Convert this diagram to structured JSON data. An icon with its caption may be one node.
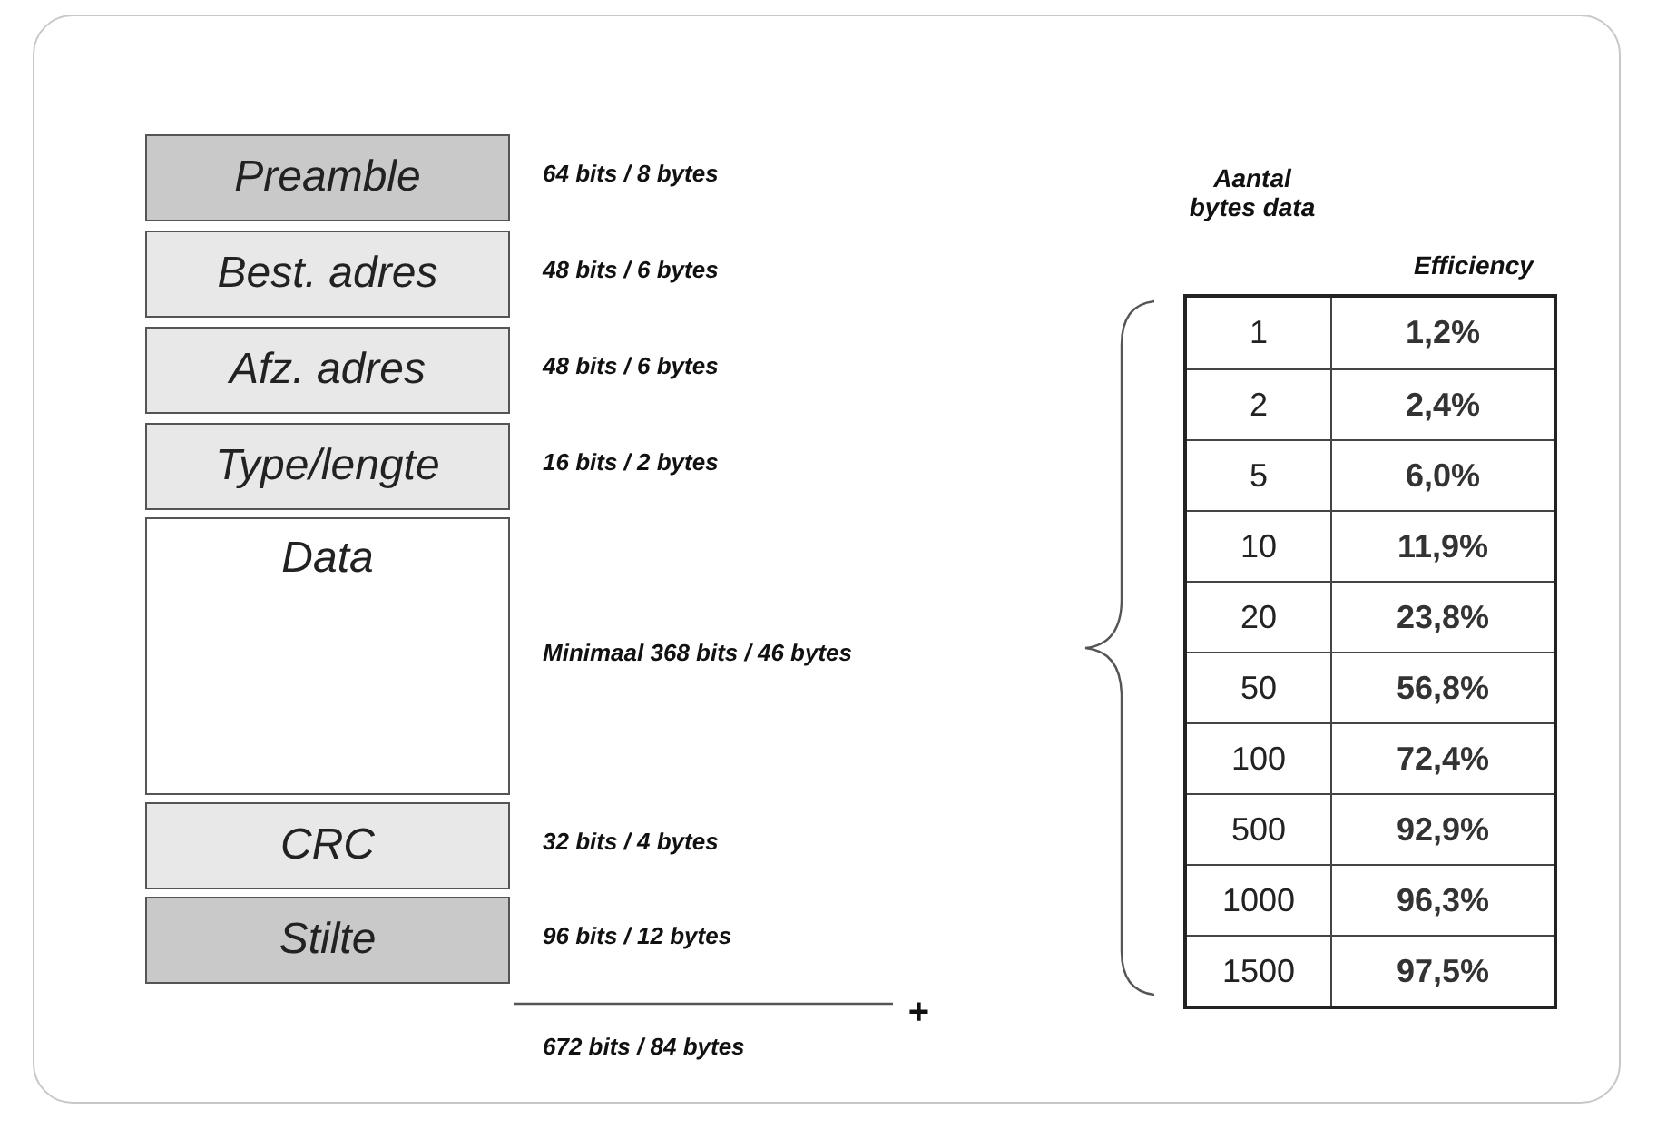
{
  "diagram": {
    "nodes": [
      {
        "text": [
          "Preamble"
        ],
        "beside": [
          "64 bits / 8 bytes"
        ]
      },
      {
        "text": [
          "Best. adres"
        ],
        "beside": [
          "48 bits / 6 bytes"
        ]
      },
      {
        "text": [
          "Afz. adres"
        ],
        "beside": [
          "48 bits / 6 bytes"
        ]
      },
      {
        "text": [
          "Type/lengte"
        ],
        "beside": [
          "16 bits / 2 bytes"
        ]
      },
      {
        "text": [
          "Data"
        ],
        "beside": [
          "Minimaal 368 bits / 46 bytes"
        ]
      },
      {
        "text": [
          "CRC"
        ],
        "beside": [
          "32 bits / 4 bytes"
        ]
      },
      {
        "text": [
          "Stilte"
        ],
        "beside": [
          "96 bits / 12 bytes"
        ]
      }
    ],
    "labels": [
      "Aantal bytes data",
      "Efficiency",
      "1",
      "1,2%",
      "2",
      "2,4%",
      "5",
      "6,0%",
      "10",
      "11,9%",
      "20",
      "23,8%",
      "50",
      "56,8%",
      "100",
      "72,4%",
      "500",
      "92,9%",
      "1000",
      "96,3%",
      "1500",
      "97,5%",
      "+",
      "672 bits / 84 bytes"
    ]
  }
}
